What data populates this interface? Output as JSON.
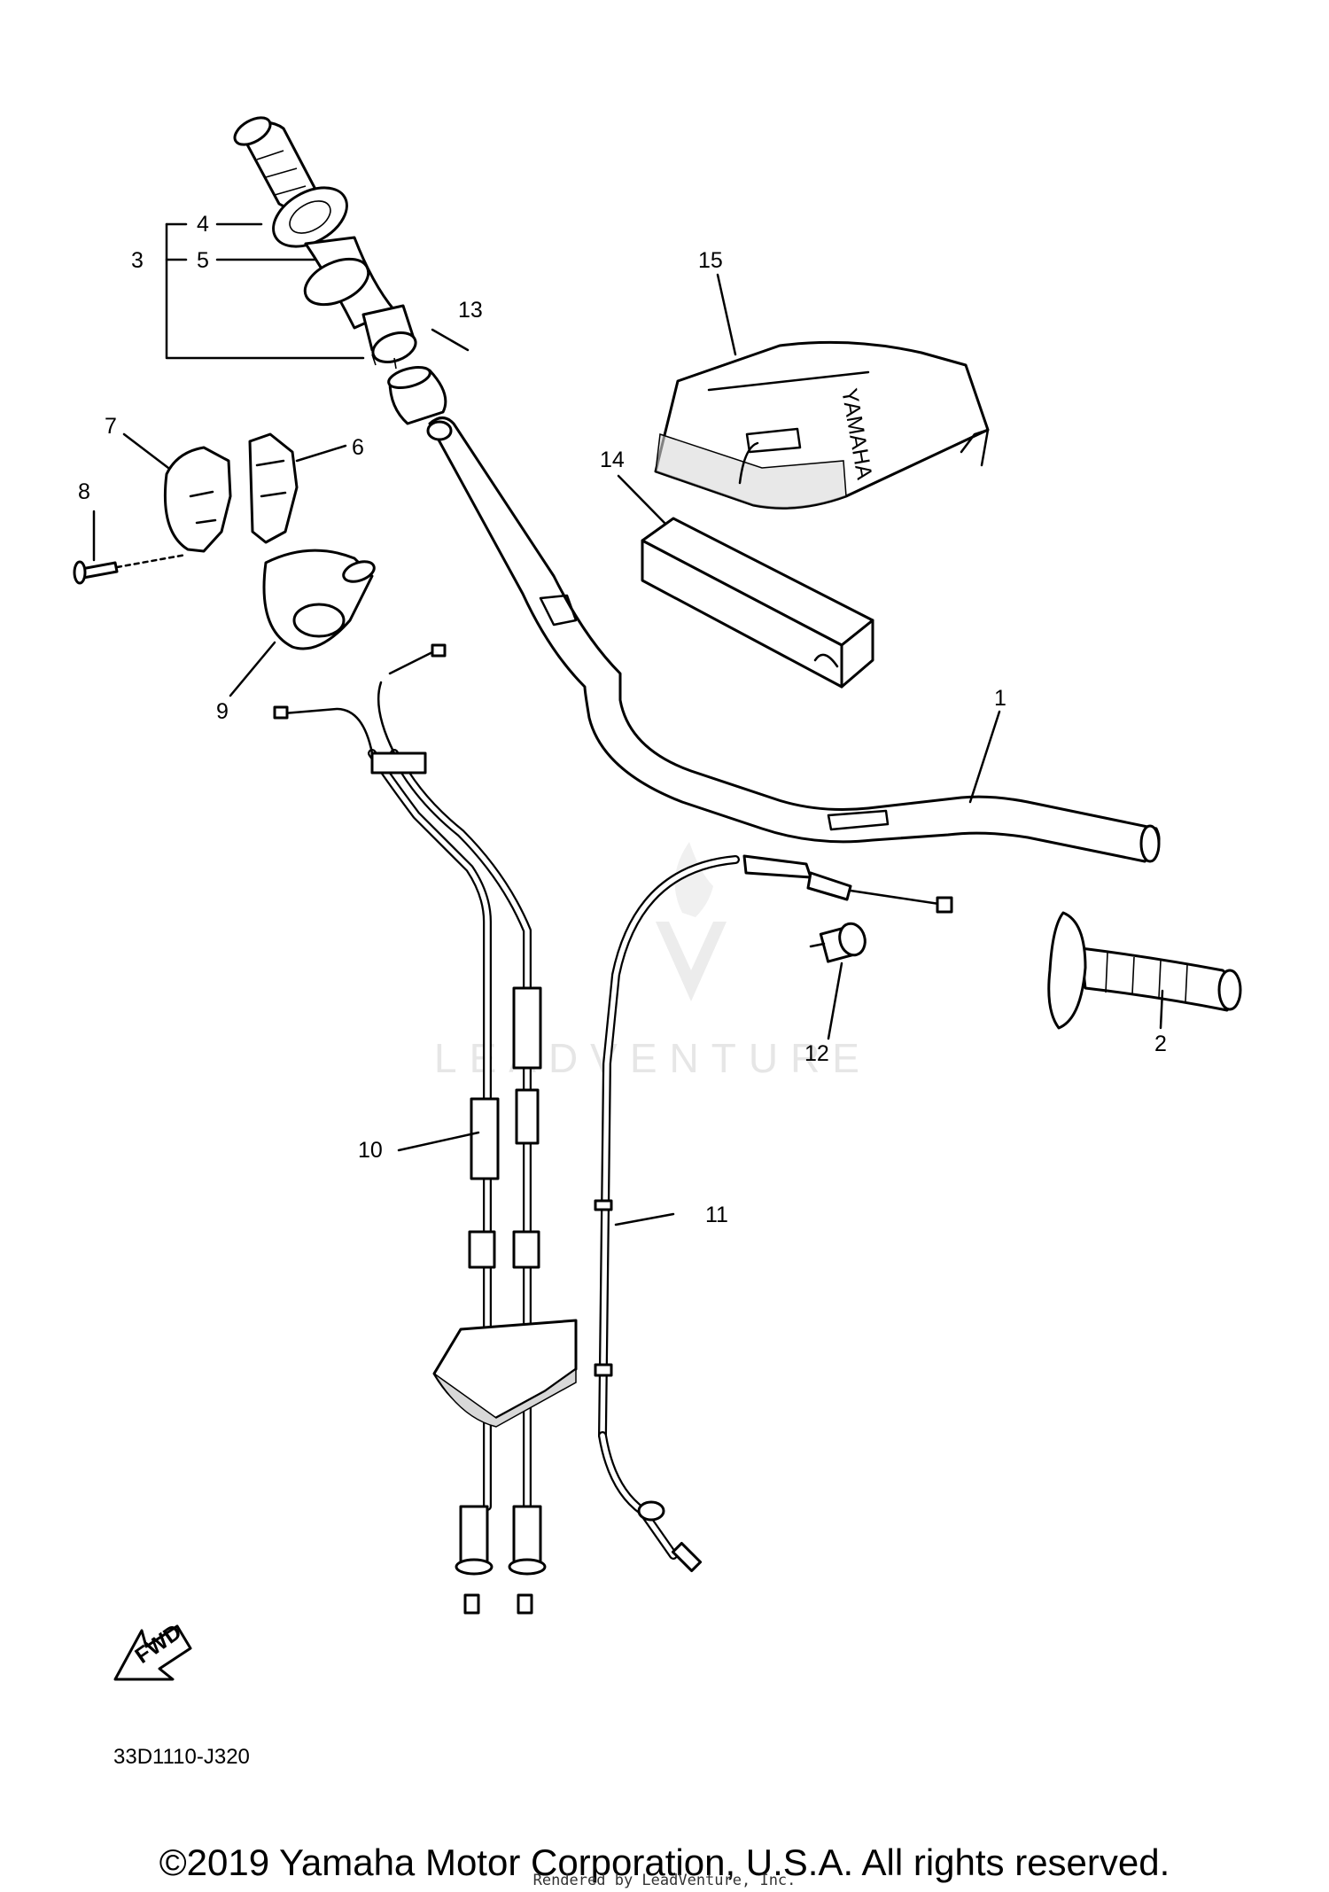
{
  "callouts": [
    "1",
    "2",
    "3",
    "4",
    "5",
    "6",
    "7",
    "8",
    "9",
    "10",
    "11",
    "12",
    "13",
    "14",
    "15"
  ],
  "diagram_code": "33D1110-J320",
  "fwd_label": "FWD",
  "brand_on_pad": "YAMAHA",
  "watermark": "LEADVENTURE",
  "copyright": "©2019 Yamaha Motor Corporation, U.S.A. All rights reserved.",
  "rendered_by": "Rendered by LeadVenture, Inc."
}
